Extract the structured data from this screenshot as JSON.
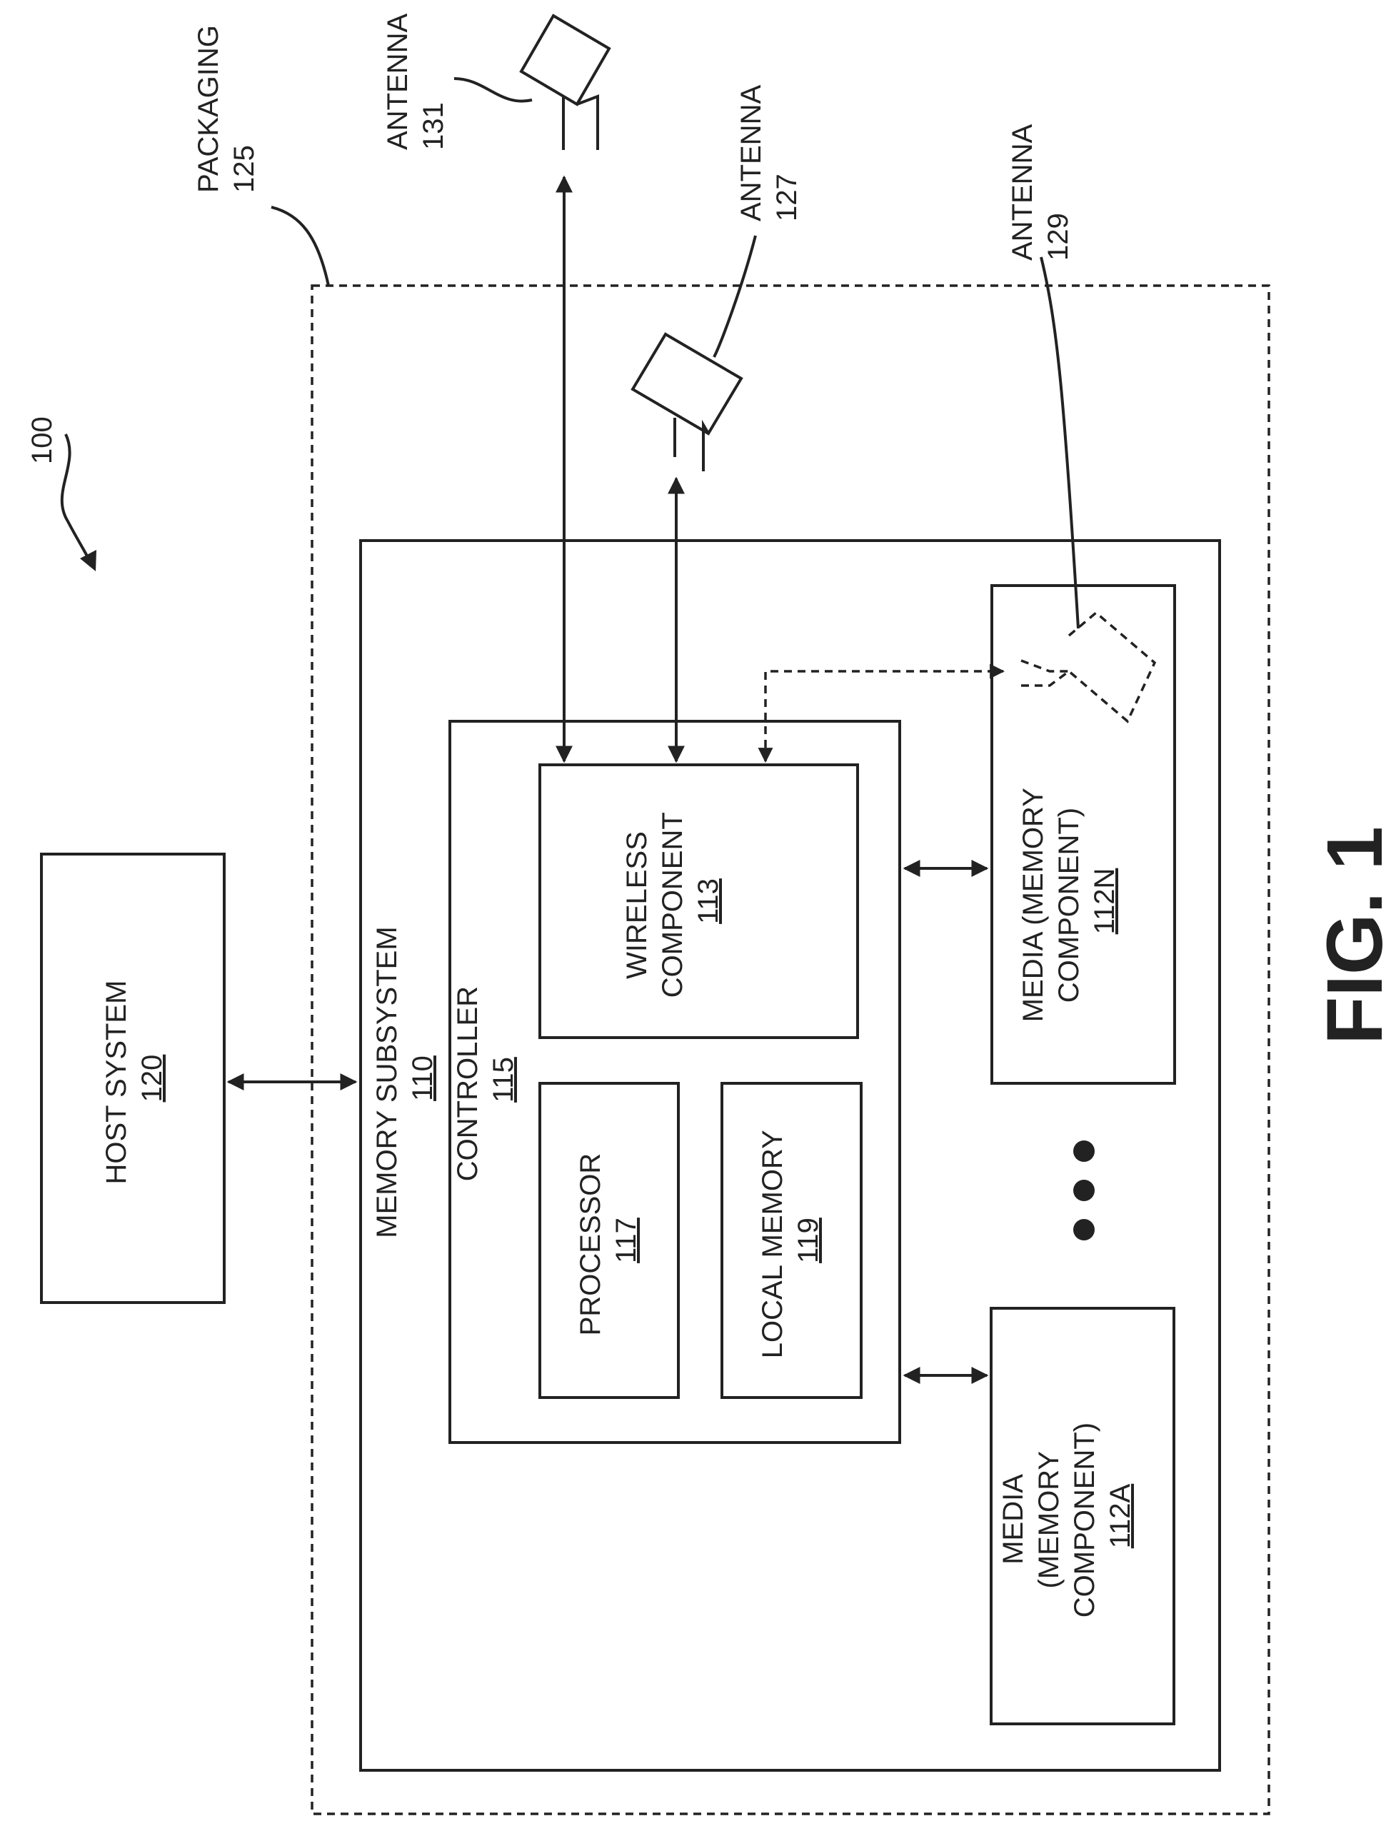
{
  "figure": {
    "ref": "100",
    "caption": "FIG. 1"
  },
  "host": {
    "label": "HOST SYSTEM",
    "ref": "120"
  },
  "packaging": {
    "label": "PACKAGING",
    "ref": "125"
  },
  "memory_subsystem": {
    "label": "MEMORY SUBSYSTEM",
    "ref": "110"
  },
  "controller": {
    "label": "CONTROLLER",
    "ref": "115"
  },
  "processor": {
    "label": "PROCESSOR",
    "ref": "117"
  },
  "local_memory": {
    "label": "LOCAL MEMORY",
    "ref": "119"
  },
  "wireless": {
    "label_line1": "WIRELESS",
    "label_line2": "COMPONENT",
    "ref": "113"
  },
  "media_n": {
    "label_line1": "MEDIA (MEMORY",
    "label_line2": "COMPONENT)",
    "ref": "112N"
  },
  "media_a": {
    "label_line1": "MEDIA",
    "label_line2": "(MEMORY",
    "label_line3": "COMPONENT)",
    "ref": "112A"
  },
  "antenna_131": {
    "label": "ANTENNA",
    "ref": "131"
  },
  "antenna_127": {
    "label": "ANTENNA",
    "ref": "127"
  },
  "antenna_129": {
    "label": "ANTENNA",
    "ref": "129"
  }
}
